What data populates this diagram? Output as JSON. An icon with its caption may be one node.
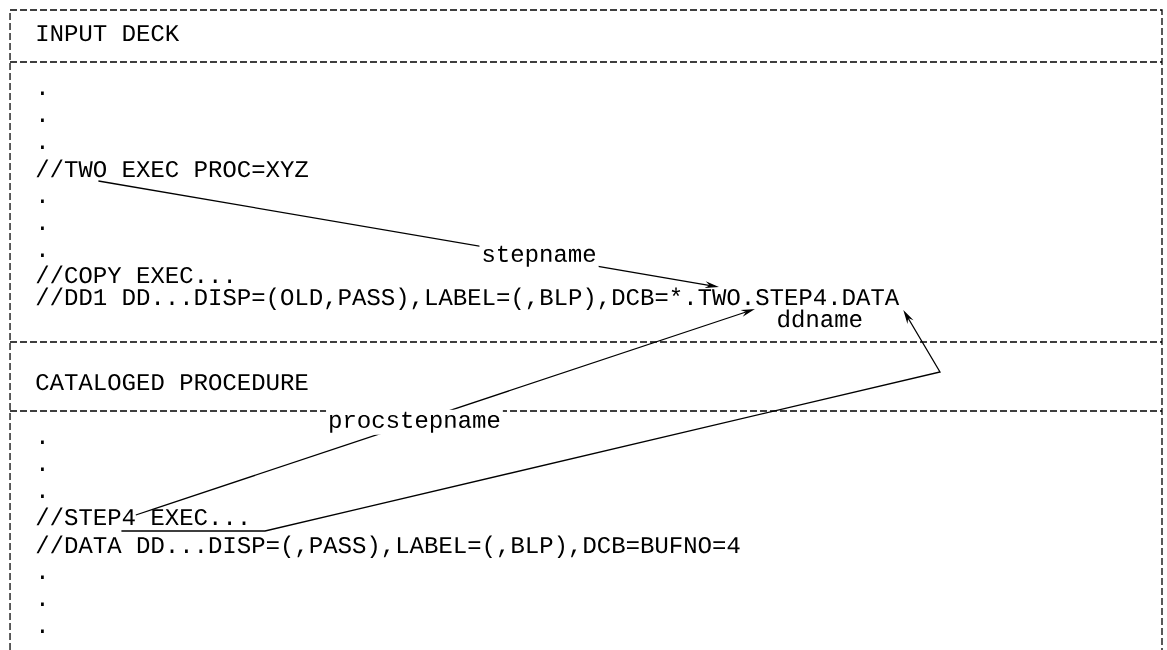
{
  "diagram": {
    "nodes": [
      {
        "text": [
          "//TWO EXEC PROC=XYZ"
        ]
      },
      {
        "text": [
          "//DD1 DD...DISP=(OLD,PASS),LABEL=(,BLP),DCB=*.TWO.STEP4.DATA"
        ]
      },
      {
        "text": [
          "//STEP4 EXEC..."
        ]
      },
      {
        "text": [
          "//DATA DD...DISP=(,PASS),LABEL=(,BLP),DCB=BUFNO=4"
        ]
      }
    ],
    "edges": [
      {
        "from": 0,
        "to": 1,
        "arrow": "to",
        "label": "stepname"
      },
      {
        "from": 2,
        "to": 1,
        "arrow": "to",
        "label": "procstepname"
      },
      {
        "from": 3,
        "to": 1,
        "arrow": "to",
        "label": "ddname"
      }
    ],
    "labels": [
      "INPUT DECK",
      ".",
      ".",
      ".",
      ".",
      ".",
      ".",
      "//COPY EXEC...",
      "CATALOGED PROCEDURE",
      ".",
      ".",
      ".",
      ".",
      ".",
      "."
    ]
  }
}
